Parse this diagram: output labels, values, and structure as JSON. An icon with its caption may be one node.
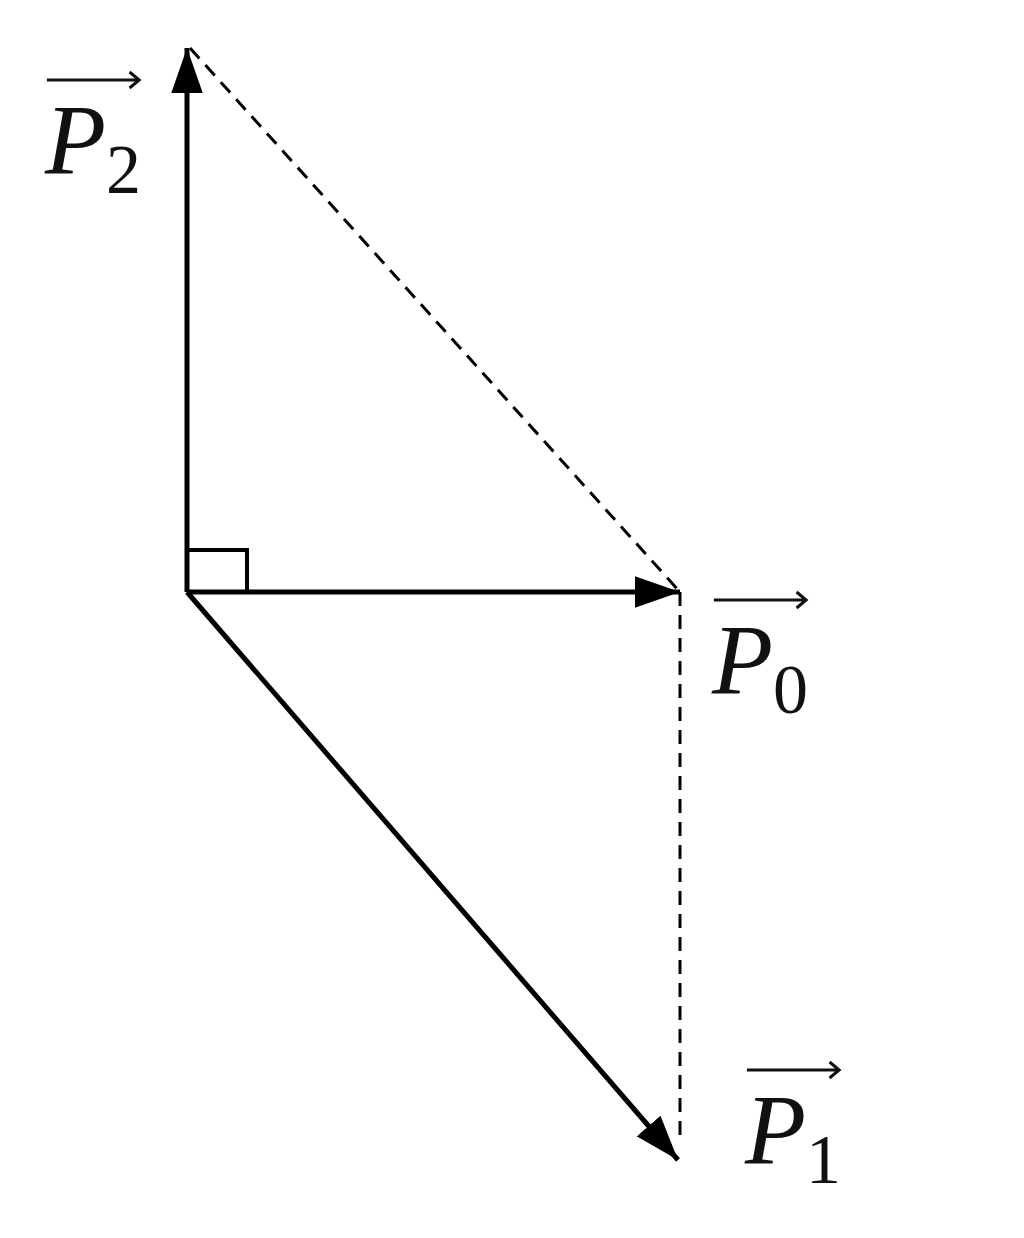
{
  "diagram": {
    "labels": [
      "P$_{2}$",
      "P$_{0}$",
      "P$_{1}$"
    ]
  }
}
